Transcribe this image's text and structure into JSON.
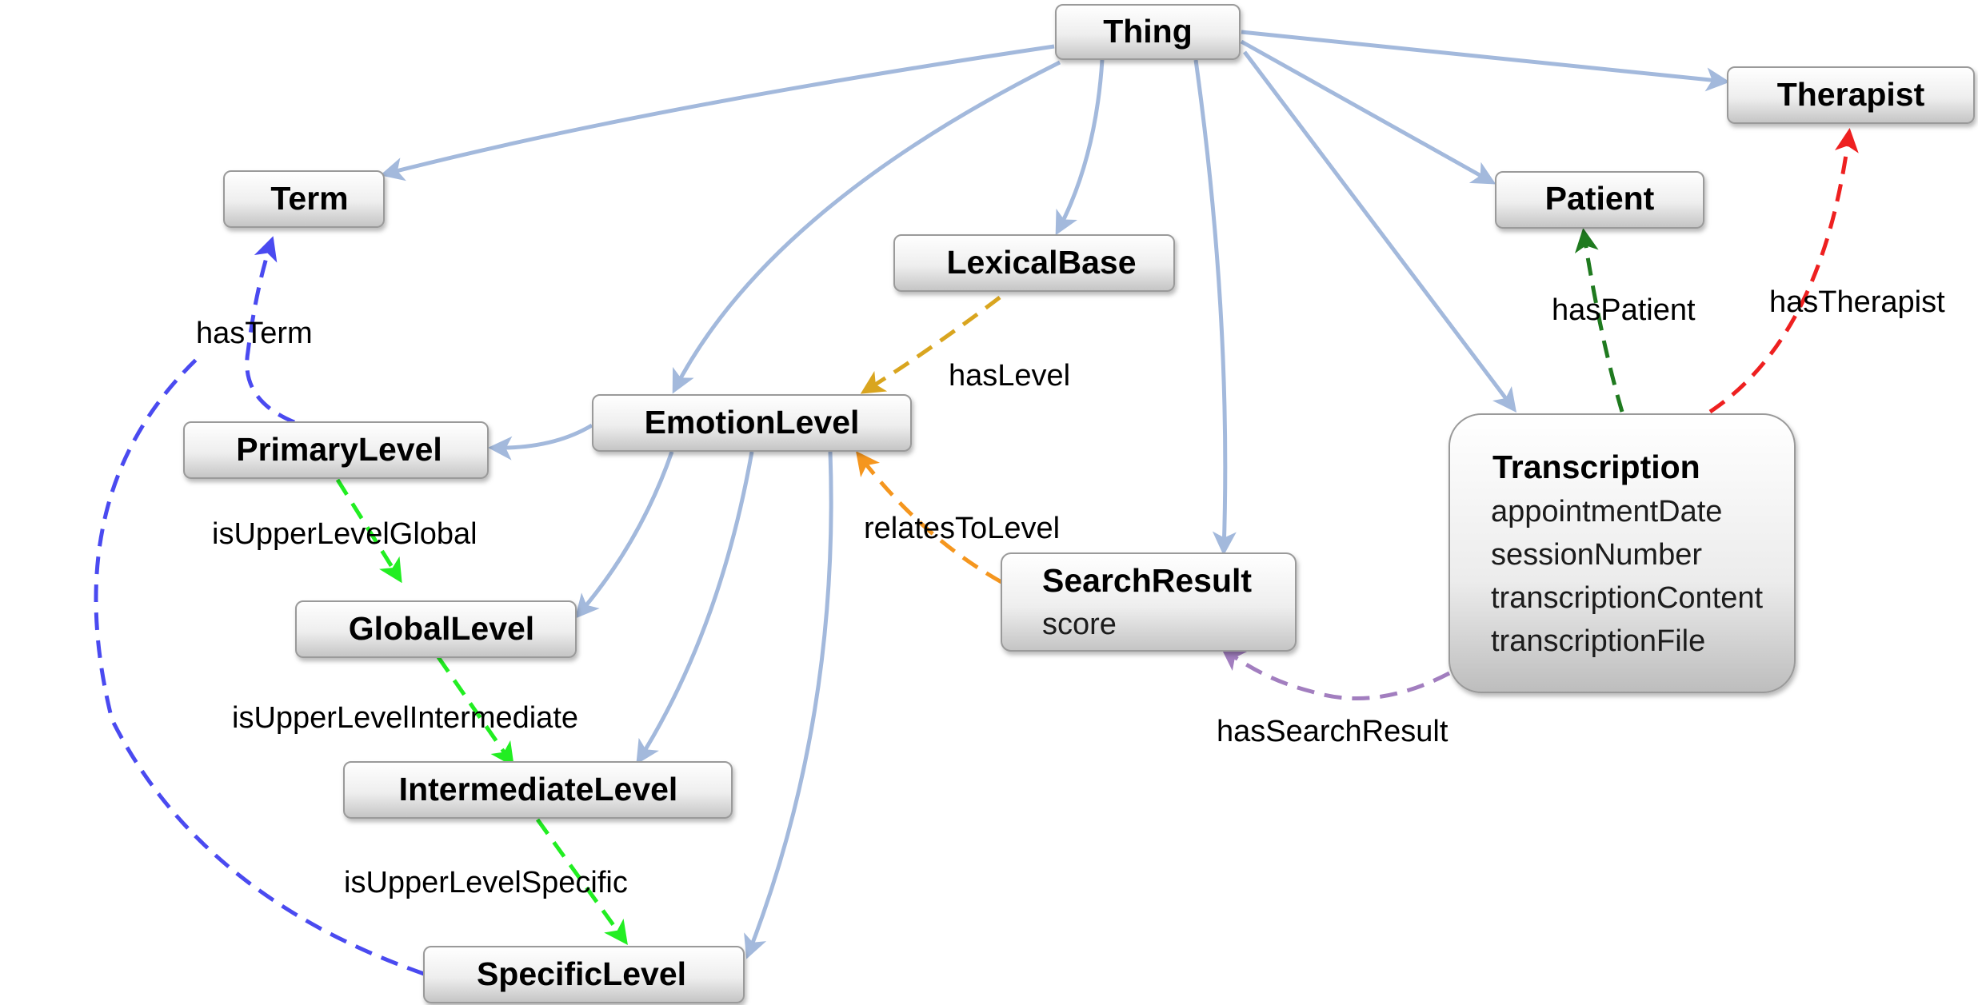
{
  "nodes": {
    "thing": {
      "title": "Thing"
    },
    "term": {
      "title": "Term"
    },
    "therapist": {
      "title": "Therapist"
    },
    "patient": {
      "title": "Patient"
    },
    "lexical_base": {
      "title": "LexicalBase"
    },
    "emotion_level": {
      "title": "EmotionLevel"
    },
    "primary_level": {
      "title": "PrimaryLevel"
    },
    "global_level": {
      "title": "GlobalLevel"
    },
    "intermediate_level": {
      "title": "IntermediateLevel"
    },
    "specific_level": {
      "title": "SpecificLevel"
    },
    "search_result": {
      "title": "SearchResult",
      "attributes": [
        "score"
      ]
    },
    "transcription": {
      "title": "Transcription",
      "attributes": [
        "appointmentDate",
        "sessionNumber",
        "transcriptionContent",
        "transcriptionFile"
      ]
    }
  },
  "relations": {
    "has_term": "hasTerm",
    "has_level": "hasLevel",
    "relates_to_level": "relatesToLevel",
    "is_upper_level_global": "isUpperLevelGlobal",
    "is_upper_level_intermediate": "isUpperLevelIntermediate",
    "is_upper_level_specific": "isUpperLevelSpecific",
    "has_patient": "hasPatient",
    "has_therapist": "hasTherapist",
    "has_search_result": "hasSearchResult"
  },
  "colors": {
    "subclass_edge": "#a3b9dc",
    "has_term": "#4a4af0",
    "has_level": "#d9a51f",
    "relates_to_level": "#f5961e",
    "is_upper_level": "#22ee22",
    "has_patient": "#1f7a1f",
    "has_therapist": "#ee2020",
    "has_search_result": "#a27ebf"
  }
}
